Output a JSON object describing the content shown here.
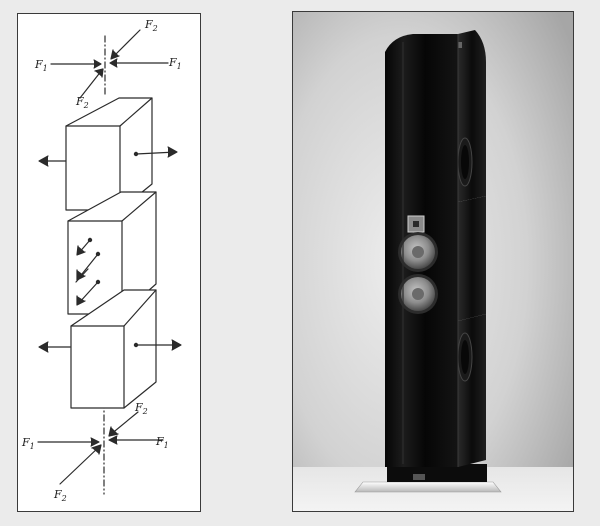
{
  "sketch": {
    "labels": {
      "f1": "F",
      "f1_sub": "1",
      "f2": "F",
      "f2_sub": "2"
    }
  },
  "photo": {
    "background": "#d9d9d9",
    "speaker_color": "#0a0a0a",
    "driver_color": "#9a9a9a"
  }
}
